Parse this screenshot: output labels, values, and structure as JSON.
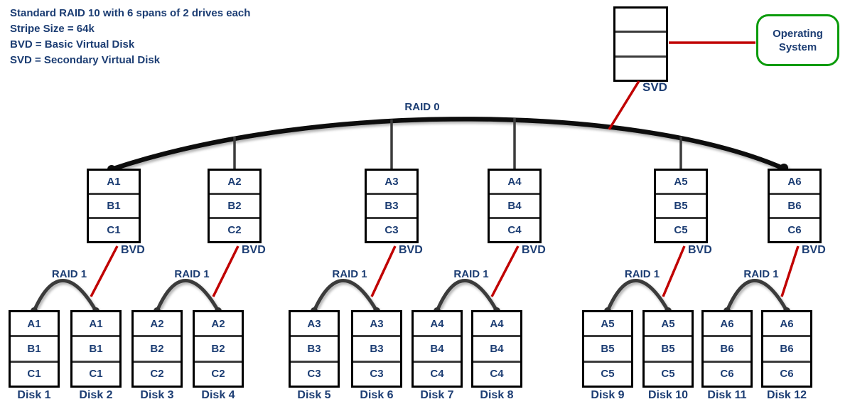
{
  "legend": {
    "lines": [
      "Standard RAID 10 with 6 spans of 2 drives each",
      "Stripe Size = 64k",
      "BVD = Basic Virtual Disk",
      "SVD = Secondary Virtual Disk"
    ]
  },
  "svd": {
    "label": "SVD"
  },
  "os": {
    "label": "Operating System"
  },
  "raid0": {
    "label": "RAID 0"
  },
  "raid1": {
    "label": "RAID 1"
  },
  "bvd": {
    "label": "BVD"
  },
  "bvds": [
    {
      "cells": [
        "A1",
        "B1",
        "C1"
      ]
    },
    {
      "cells": [
        "A2",
        "B2",
        "C2"
      ]
    },
    {
      "cells": [
        "A3",
        "B3",
        "C3"
      ]
    },
    {
      "cells": [
        "A4",
        "B4",
        "C4"
      ]
    },
    {
      "cells": [
        "A5",
        "B5",
        "C5"
      ]
    },
    {
      "cells": [
        "A6",
        "B6",
        "C6"
      ]
    }
  ],
  "disks": [
    {
      "label": "Disk 1",
      "cells": [
        "A1",
        "B1",
        "C1"
      ]
    },
    {
      "label": "Disk 2",
      "cells": [
        "A1",
        "B1",
        "C1"
      ]
    },
    {
      "label": "Disk 3",
      "cells": [
        "A2",
        "B2",
        "C2"
      ]
    },
    {
      "label": "Disk 4",
      "cells": [
        "A2",
        "B2",
        "C2"
      ]
    },
    {
      "label": "Disk 5",
      "cells": [
        "A3",
        "B3",
        "C3"
      ]
    },
    {
      "label": "Disk 6",
      "cells": [
        "A3",
        "B3",
        "C3"
      ]
    },
    {
      "label": "Disk 7",
      "cells": [
        "A4",
        "B4",
        "C4"
      ]
    },
    {
      "label": "Disk 8",
      "cells": [
        "A4",
        "B4",
        "C4"
      ]
    },
    {
      "label": "Disk 9",
      "cells": [
        "A5",
        "B5",
        "C5"
      ]
    },
    {
      "label": "Disk 10",
      "cells": [
        "A5",
        "B5",
        "C5"
      ]
    },
    {
      "label": "Disk 11",
      "cells": [
        "A6",
        "B6",
        "C6"
      ]
    },
    {
      "label": "Disk 12",
      "cells": [
        "A6",
        "B6",
        "C6"
      ]
    }
  ],
  "colors": {
    "text_navy": "#1c3d73",
    "line_red": "#c00000",
    "arc_black": "#0a0a0a",
    "arc_gray": "#3b3b3b",
    "os_border_green": "#0b9b0b",
    "box_border": "#000000"
  }
}
